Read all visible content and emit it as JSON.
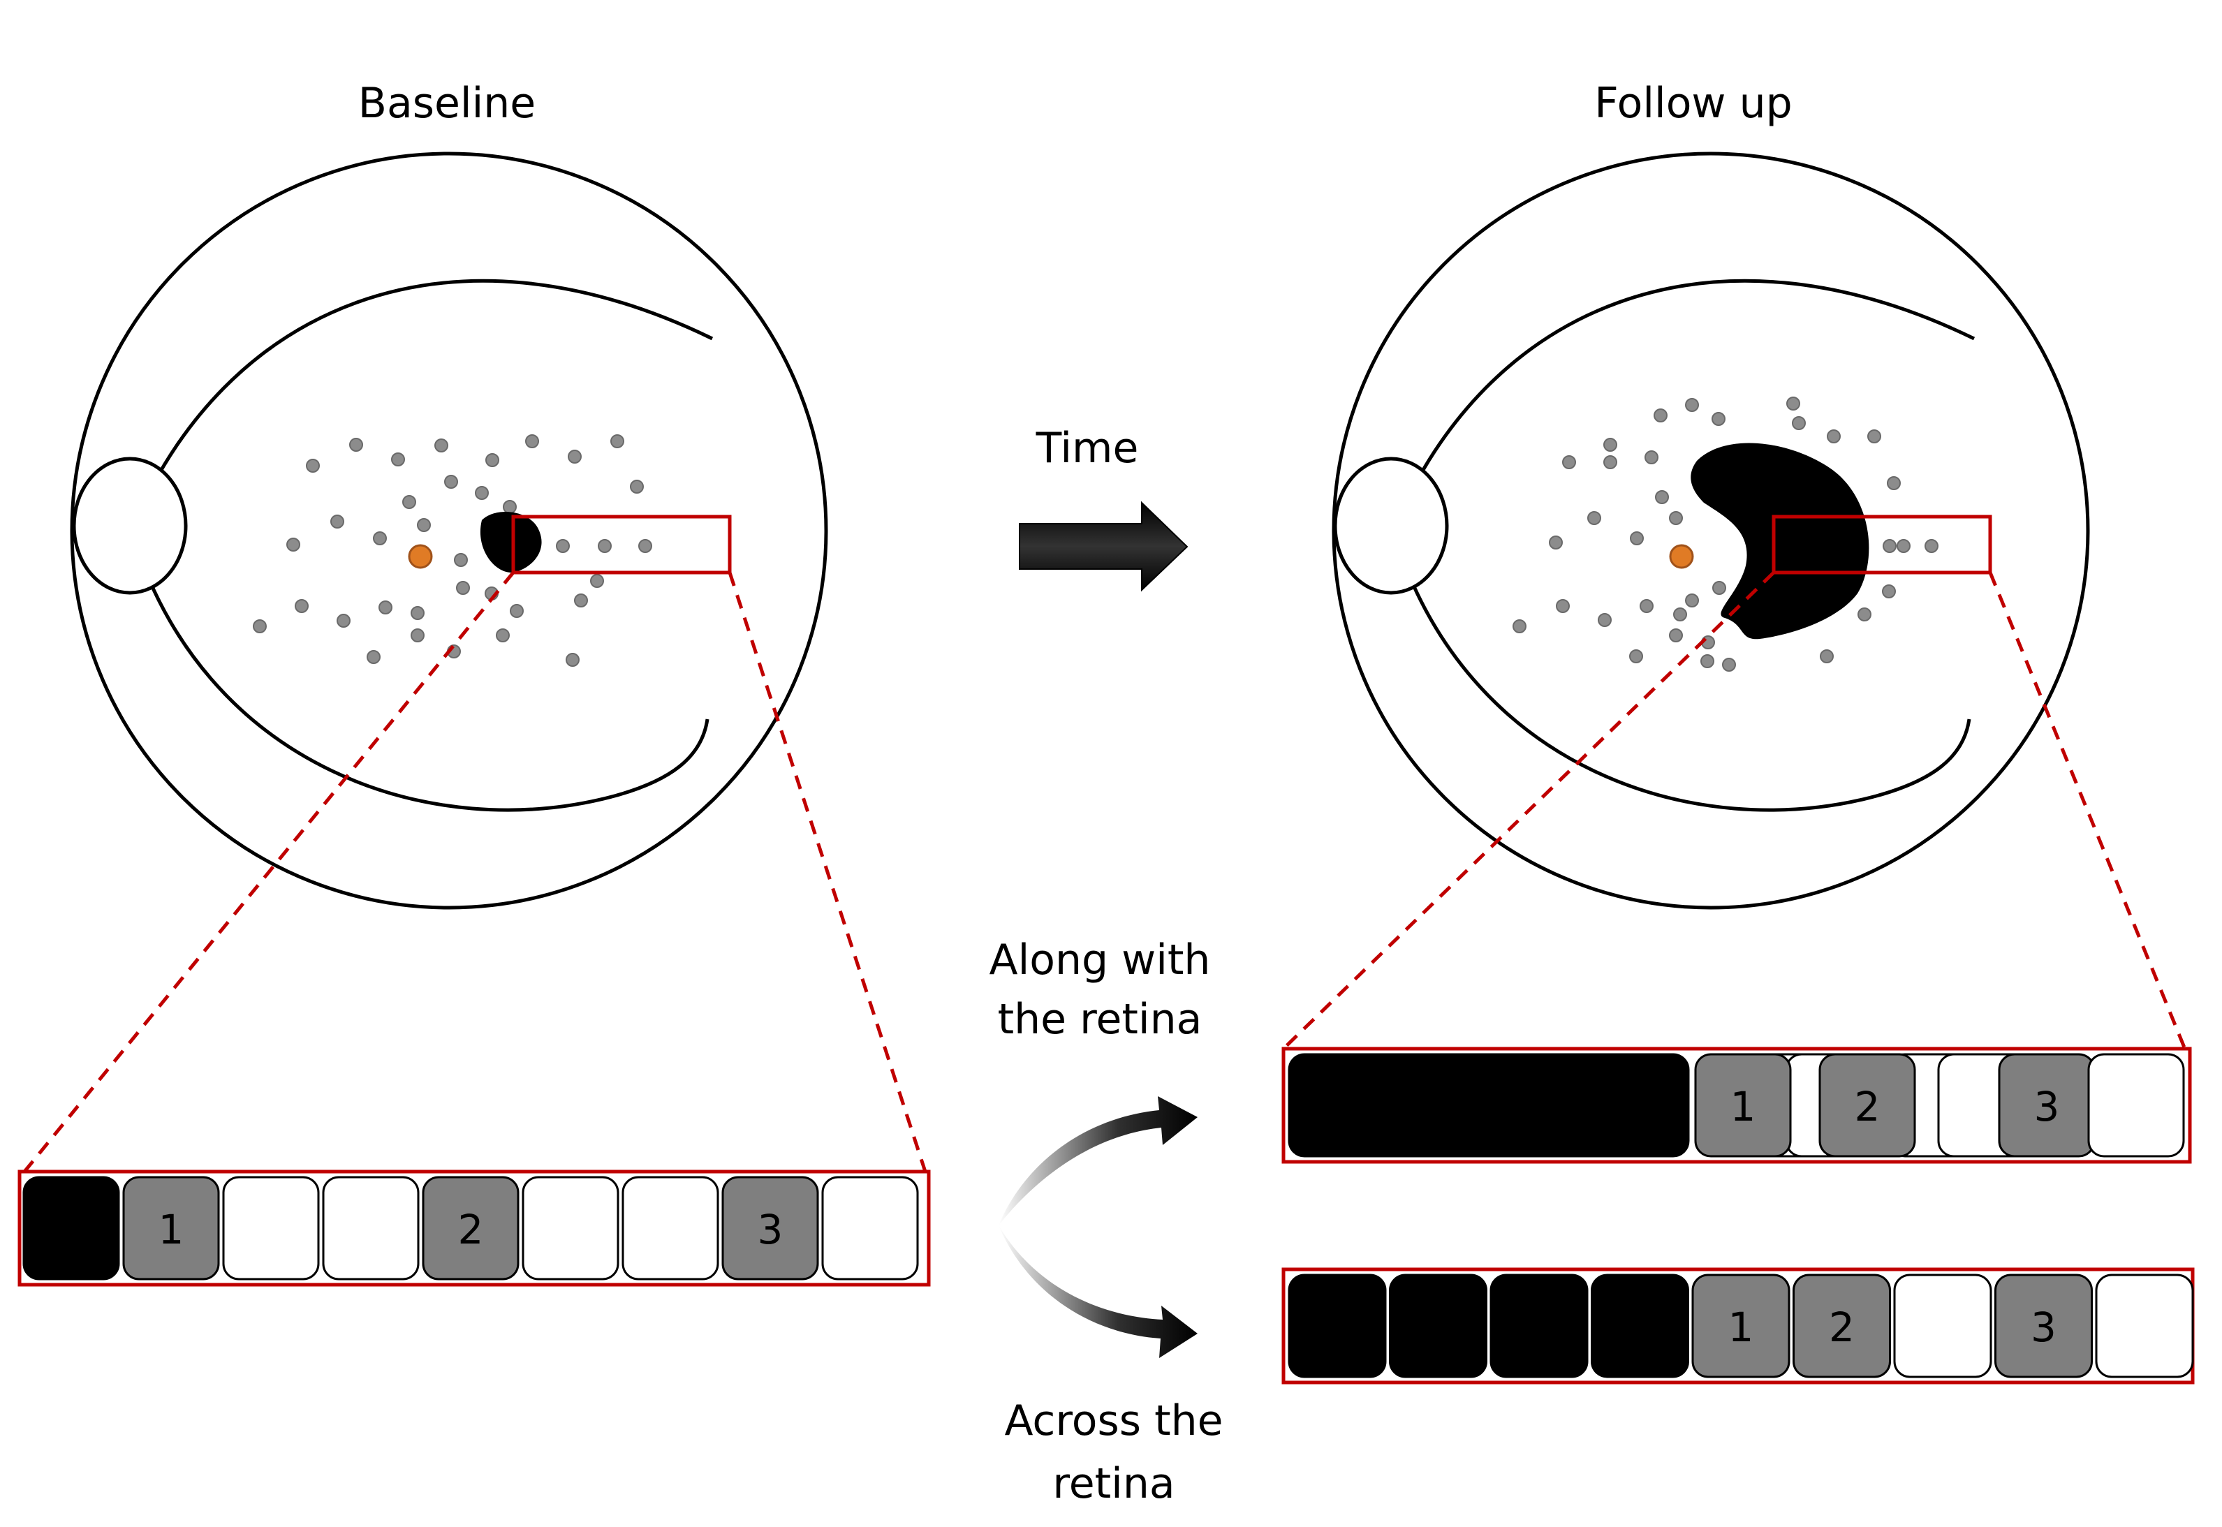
{
  "labels": {
    "baseline": "Baseline",
    "follow_up": "Follow up",
    "time": "Time",
    "along_line1": "Along with",
    "along_line2": "the retina",
    "across_line1": "Across the",
    "across_line2": "retina"
  },
  "colors": {
    "outline": "#000000",
    "dot": "#8c8c8c",
    "fovea": "#e07b25",
    "atrophy": "#000000",
    "zoom_box": "#c00000",
    "cell_gray": "#7f7f7f",
    "cell_white": "#ffffff",
    "cell_black": "#000000"
  },
  "baseline_strip": [
    {
      "fill": "black",
      "label": ""
    },
    {
      "fill": "gray",
      "label": "1"
    },
    {
      "fill": "white",
      "label": ""
    },
    {
      "fill": "white",
      "label": ""
    },
    {
      "fill": "gray",
      "label": "2"
    },
    {
      "fill": "white",
      "label": ""
    },
    {
      "fill": "white",
      "label": ""
    },
    {
      "fill": "gray",
      "label": "3"
    },
    {
      "fill": "white",
      "label": ""
    }
  ],
  "along_strip": [
    {
      "fill": "black",
      "label": ""
    },
    {
      "fill": "gray",
      "label": "1"
    },
    {
      "fill": "white",
      "label": ""
    },
    {
      "fill": "white",
      "label": ""
    },
    {
      "fill": "gray",
      "label": "2"
    },
    {
      "fill": "white",
      "label": ""
    },
    {
      "fill": "white",
      "label": ""
    },
    {
      "fill": "gray",
      "label": "3"
    },
    {
      "fill": "white",
      "label": ""
    }
  ],
  "across_strip": [
    {
      "fill": "black",
      "label": ""
    },
    {
      "fill": "black",
      "label": ""
    },
    {
      "fill": "black",
      "label": ""
    },
    {
      "fill": "black",
      "label": ""
    },
    {
      "fill": "gray",
      "label": "1"
    },
    {
      "fill": "gray",
      "label": "2"
    },
    {
      "fill": "white",
      "label": ""
    },
    {
      "fill": "gray",
      "label": "3"
    },
    {
      "fill": "white",
      "label": ""
    }
  ]
}
